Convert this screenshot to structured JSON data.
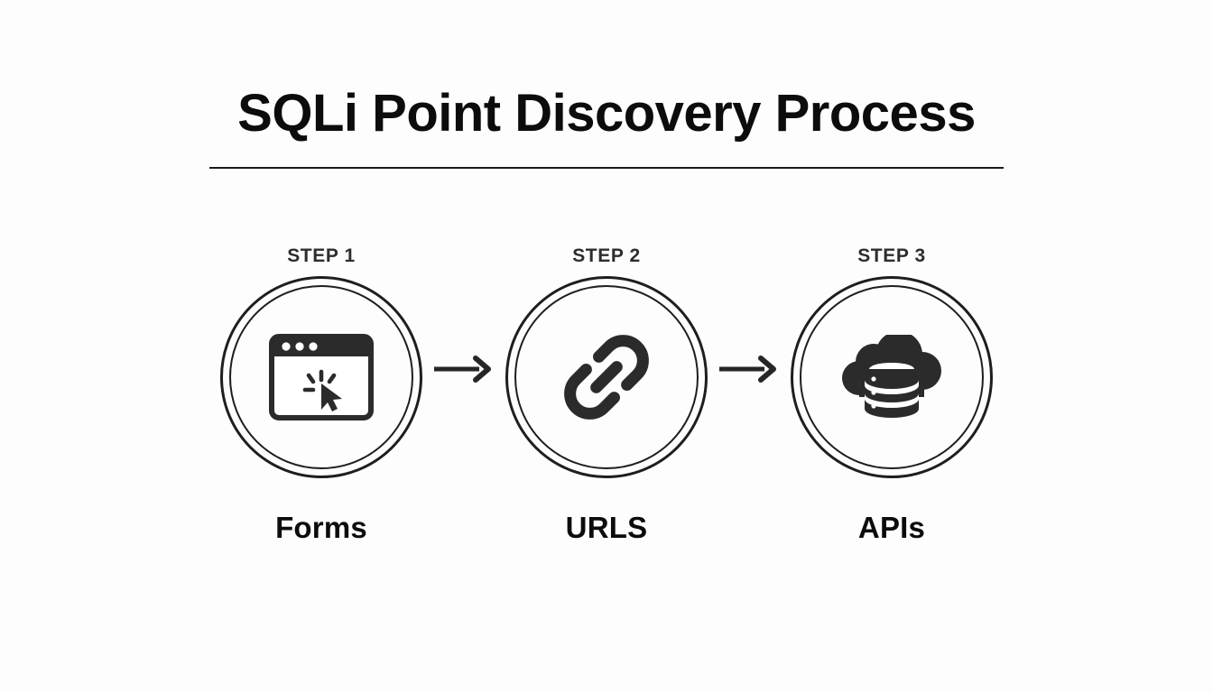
{
  "header": {
    "title": "SQLi Point Discovery Process"
  },
  "steps": [
    {
      "kicker": "STEP 1",
      "label": "Forms",
      "icon": "browser-window-click-icon"
    },
    {
      "kicker": "STEP 2",
      "label": "URLS",
      "icon": "chain-link-icon"
    },
    {
      "kicker": "STEP 3",
      "label": "APIs",
      "icon": "cloud-database-icon"
    }
  ],
  "connectors": [
    {
      "icon": "arrow-right-icon"
    },
    {
      "icon": "arrow-right-icon"
    }
  ],
  "colors": {
    "background": "#fdfdfd",
    "ink": "#0c0c0c",
    "stroke": "#1e1e1e",
    "muted": "#2d2d2d"
  }
}
